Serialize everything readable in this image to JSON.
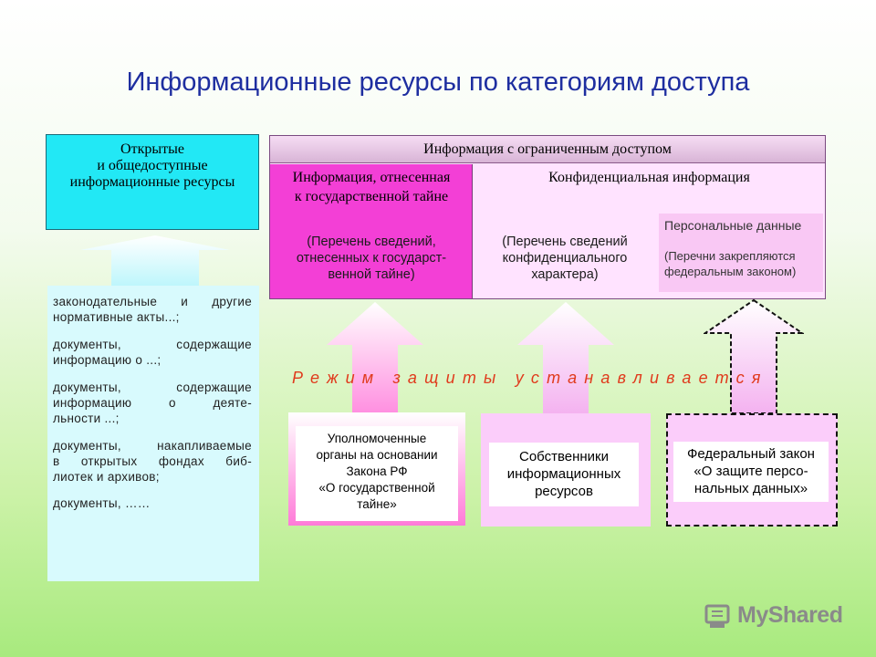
{
  "title": "Информационные ресурсы по категориям доступа",
  "open_box": {
    "lines": [
      "Открытые",
      "и общедоступные",
      "информационные ресурсы"
    ]
  },
  "restricted": {
    "header": "Информация с ограниченным доступом",
    "state_secret": {
      "title_lines": [
        "Информация, отнесенная",
        "к государственной тайне"
      ],
      "note_lines": [
        "(Перечень сведений,",
        "отнесенных к государст-",
        "венной тайне)"
      ]
    },
    "confidential": {
      "title": "Конфиденциальная информация",
      "note_lines": [
        "(Перечень сведений",
        "конфиденциального",
        "характера)"
      ],
      "personal": {
        "title": "Персональные данные",
        "note_lines": [
          "(Перечни закрепляются",
          "федеральным законом)"
        ]
      }
    }
  },
  "open_list": [
    [
      "законодательные и другие",
      "нормативные акты...;"
    ],
    [
      "документы, содержащие",
      "информацию о ...;"
    ],
    [
      "документы, содержащие",
      "информацию о деяте-",
      "льности ...;"
    ],
    [
      "документы, накапливаемые",
      "в открытых фондах биб-",
      "лиотек и архивов;"
    ],
    [
      "документы, ……"
    ]
  ],
  "regime_label": "Режим защиты устанавливается",
  "authorities": [
    {
      "lines": [
        "Уполномоченные",
        "органы на основании",
        "Закона РФ",
        "«О государственной",
        "тайне»"
      ]
    },
    {
      "lines": [
        "Собственники",
        "информационных",
        "ресурсов"
      ]
    },
    {
      "lines": [
        "Федеральный закон",
        "«О защите персо-",
        "нальных данных»"
      ]
    }
  ],
  "watermark": {
    "text": "MyShared",
    "icon": "myshared-logo-icon"
  }
}
